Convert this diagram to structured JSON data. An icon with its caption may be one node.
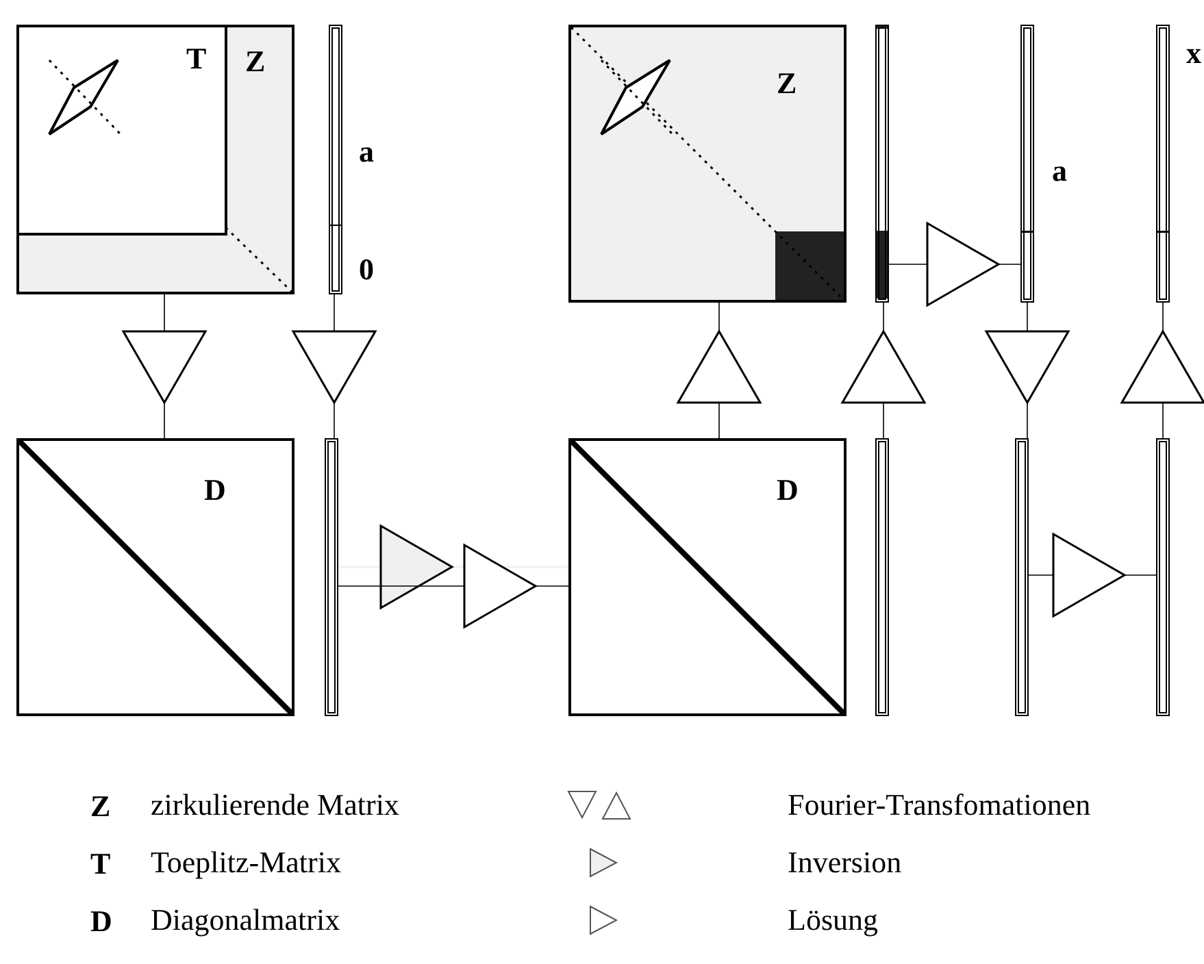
{
  "diagram": {
    "nodes": [
      {
        "text": [
          "Z"
        ]
      },
      {
        "text": [
          "T"
        ],
        "in": 0
      },
      {
        "text": [],
        "shape": "bar",
        "beside": [
          "a",
          "0"
        ]
      },
      {
        "text": [
          "Z"
        ]
      },
      {
        "text": [],
        "shape": "bar"
      },
      {
        "text": [],
        "shape": "bar",
        "beside": [
          "a"
        ]
      },
      {
        "text": [],
        "shape": "bar",
        "beside": [
          "x"
        ]
      },
      {
        "text": [
          "D"
        ]
      },
      {
        "text": [],
        "shape": "bar"
      },
      {
        "text": [
          "D"
        ]
      },
      {
        "text": [],
        "shape": "bar"
      },
      {
        "text": [],
        "shape": "bar"
      },
      {
        "text": [],
        "shape": "bar"
      }
    ],
    "edges": [
      {
        "from": 0,
        "to": 7,
        "arrow": "to"
      },
      {
        "from": 2,
        "to": 8,
        "arrow": "to"
      },
      {
        "from": 9,
        "to": 3,
        "arrow": "to"
      },
      {
        "from": 10,
        "to": 4,
        "arrow": "to"
      },
      {
        "from": 5,
        "to": 11,
        "arrow": "to"
      },
      {
        "from": 12,
        "to": 6,
        "arrow": "to"
      },
      {
        "from": 4,
        "to": 5,
        "arrow": "to"
      },
      {
        "from": 8,
        "to": 9,
        "arrow": "to",
        "color": "#f0f0f0"
      },
      {
        "from": 8,
        "to": 9,
        "arrow": "to"
      },
      {
        "from": 11,
        "to": 12,
        "arrow": "to"
      }
    ],
    "labels": [
      "Z",
      "T",
      "D"
    ],
    "legend": [
      {
        "text": "zirkulierende Matrix"
      },
      {
        "text": "Toeplitz-Matrix"
      },
      {
        "text": "Diagonalmatrix"
      },
      {
        "text": "Fourier-Transfomationen"
      },
      {
        "text": "Inversion"
      },
      {
        "text": "Lösung"
      }
    ]
  }
}
